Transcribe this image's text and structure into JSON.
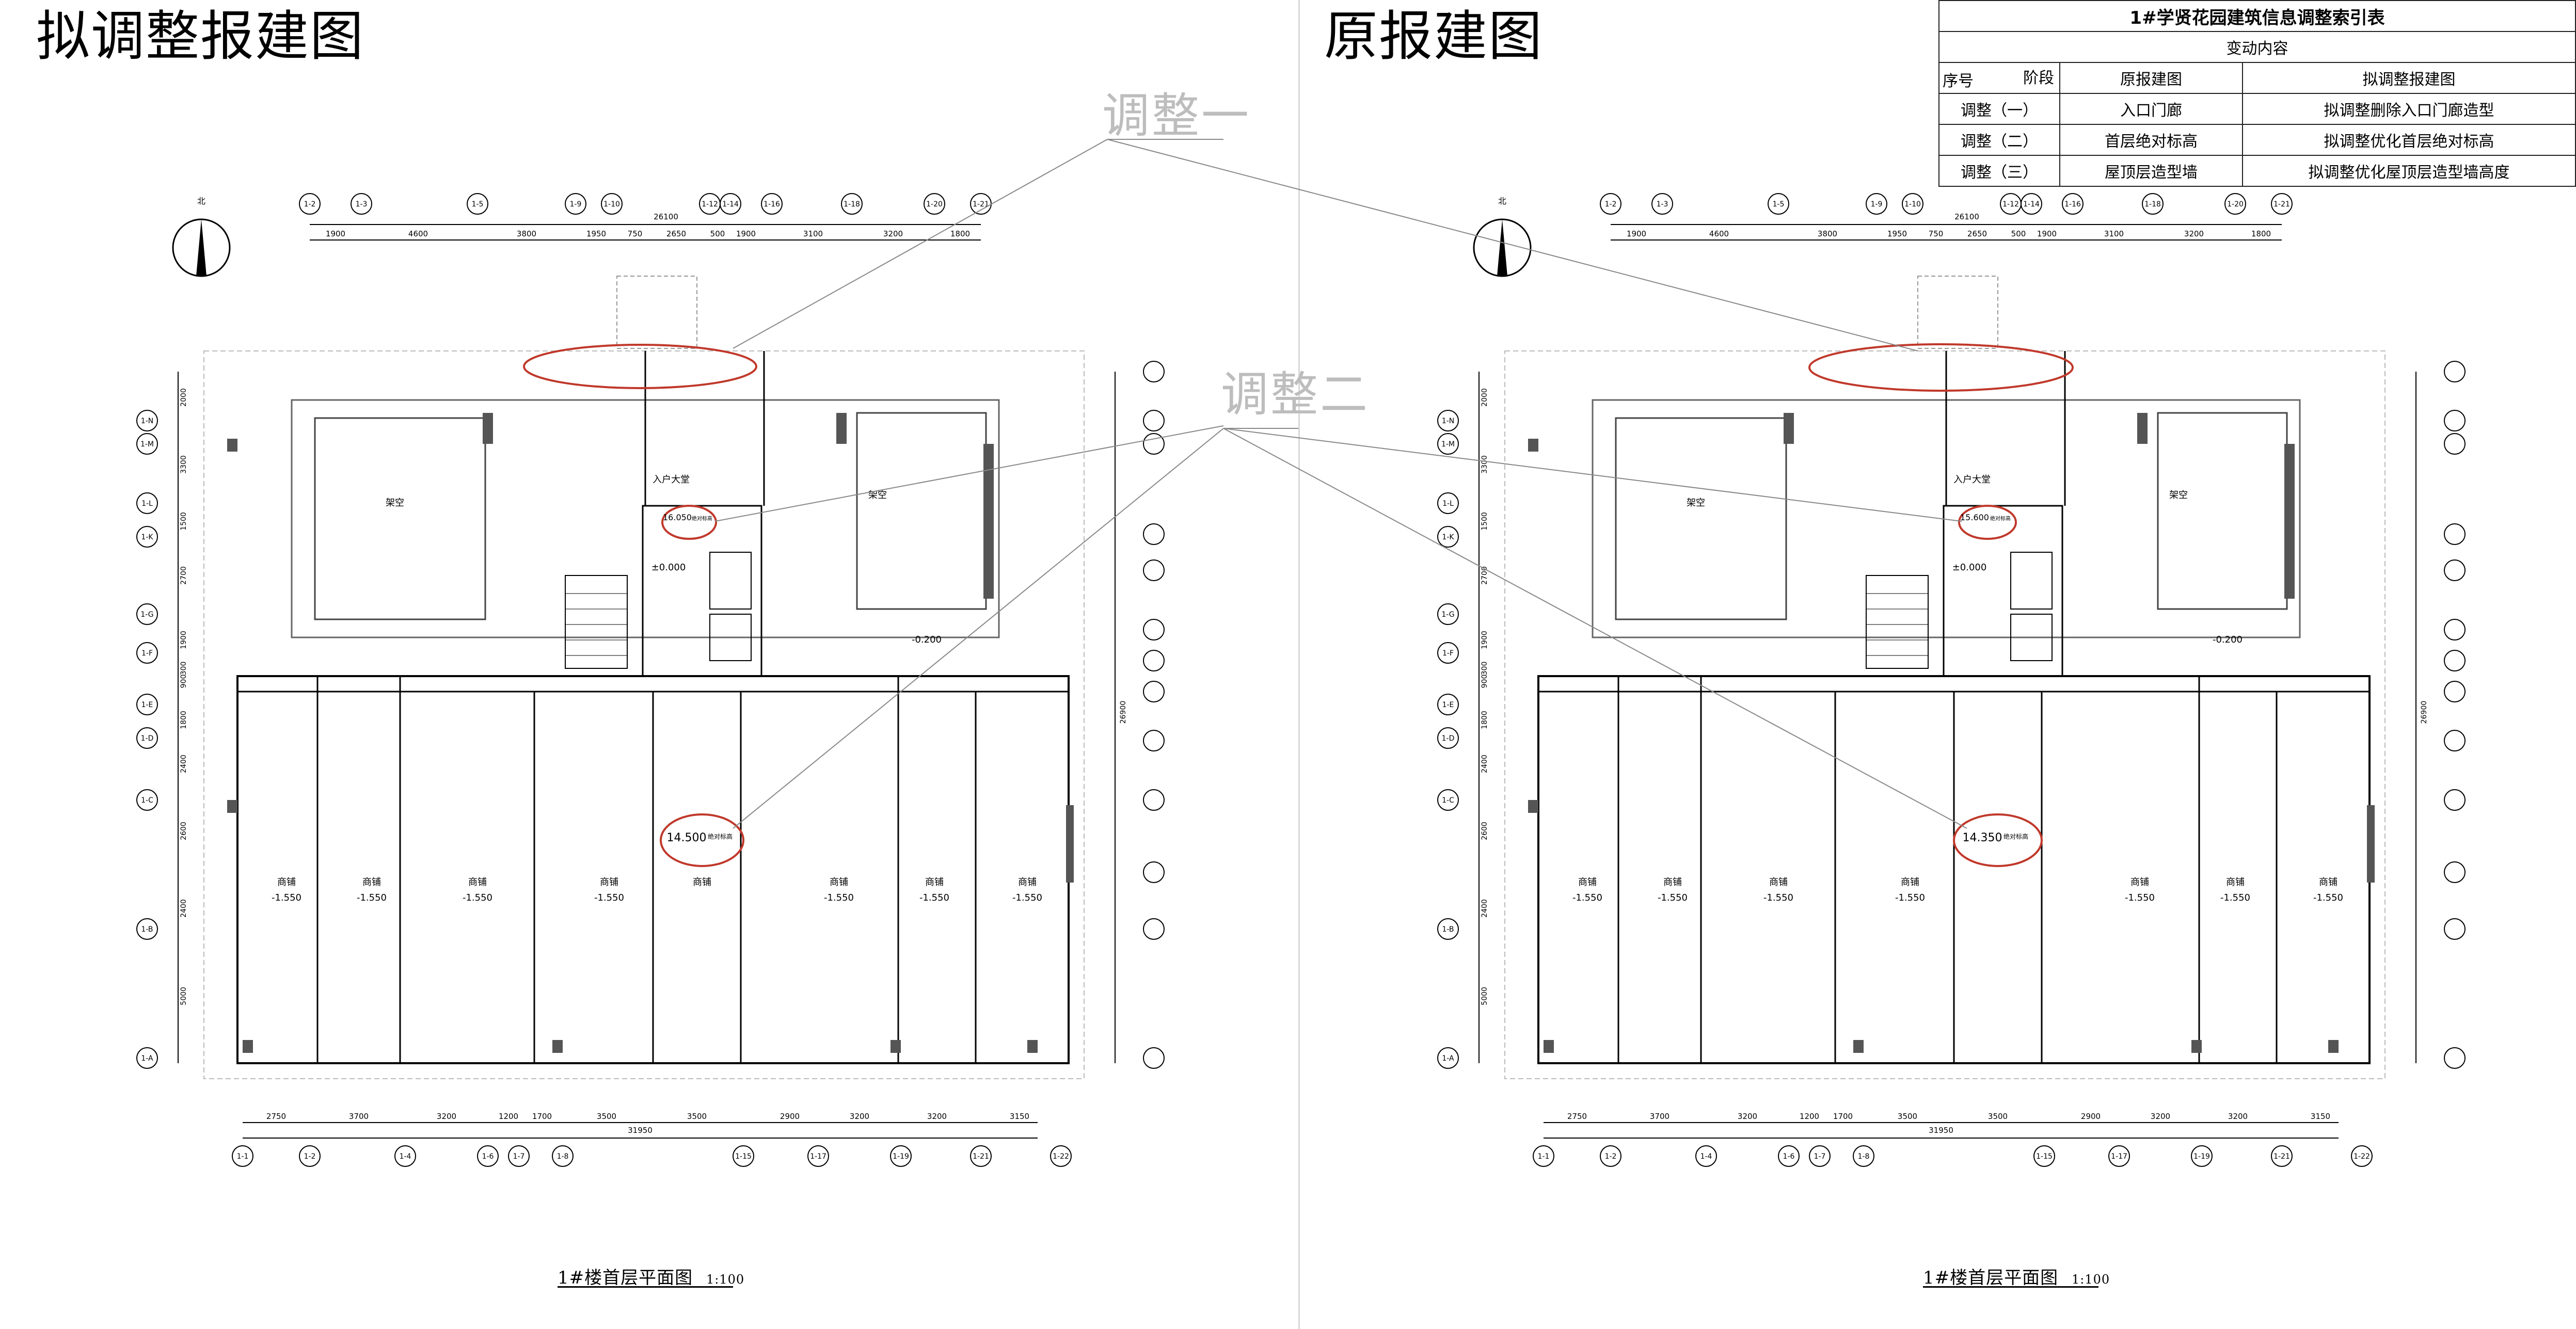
{
  "titles": {
    "left": "拟调整报建图",
    "right": "原报建图"
  },
  "callouts": {
    "adjust_1": "调整一",
    "adjust_2": "调整二"
  },
  "index_table": {
    "title": "1#学贤花园建筑信息调整索引表",
    "subtitle": "变动内容",
    "header": {
      "seq": "序号",
      "stage": "阶段",
      "original": "原报建图",
      "proposed": "拟调整报建图"
    },
    "rows": [
      {
        "seq": "调整（一）",
        "original": "入口门廊",
        "proposed": "拟调整删除入口门廊造型"
      },
      {
        "seq": "调整（二）",
        "original": "首层绝对标高",
        "proposed": "拟调整优化首层绝对标高"
      },
      {
        "seq": "调整（三）",
        "original": "屋顶层造型墙",
        "proposed": "拟调整优化屋顶层造型墙高度"
      }
    ]
  },
  "plan": {
    "caption": "1#楼首层平面图",
    "scale": "1:100",
    "north": "北",
    "total_top": "26100",
    "total_bottom": "31950",
    "top_dims": [
      "1900",
      "4600",
      "3800",
      "1950",
      "750",
      "2650",
      "500",
      "1900",
      "3100",
      "3200",
      "1800"
    ],
    "bottom_dims": [
      "2750",
      "3700",
      "3200",
      "1200",
      "1700",
      "3500",
      "3500",
      "2900",
      "3200",
      "3200",
      "3150"
    ],
    "left_dims": [
      "2000",
      "3300",
      "1500",
      "2700",
      "1900",
      "300",
      "900",
      "1800",
      "2400",
      "2600",
      "2400",
      "5000"
    ],
    "total_side": "26900",
    "top_axes": [
      "1-2",
      "1-3",
      "1-5",
      "1-9",
      "1-10",
      "1-12",
      "1-14",
      "1-16",
      "1-18",
      "1-20",
      "1-21"
    ],
    "bottom_axes": [
      "1-1",
      "1-2",
      "1-4",
      "1-6",
      "1-7",
      "1-8",
      "1-15",
      "1-17",
      "1-19",
      "1-21",
      "1-22"
    ],
    "left_axes": [
      "1-N",
      "1-M",
      "1-L",
      "1-K",
      "1-G",
      "1-F",
      "1-E",
      "1-D",
      "1-C",
      "1-B",
      "1-A"
    ],
    "shop_label": "商铺",
    "shop_level": "-1.550",
    "lobby": "入户大堂",
    "hall": "架空",
    "elev_left_upper": "16.050",
    "elev_right_upper": "15.600",
    "elev_left_lower": "14.500",
    "elev_right_lower": "14.350",
    "elev_tag": "绝对标高",
    "level_a": "±0.000",
    "level_b": "-0.200"
  }
}
